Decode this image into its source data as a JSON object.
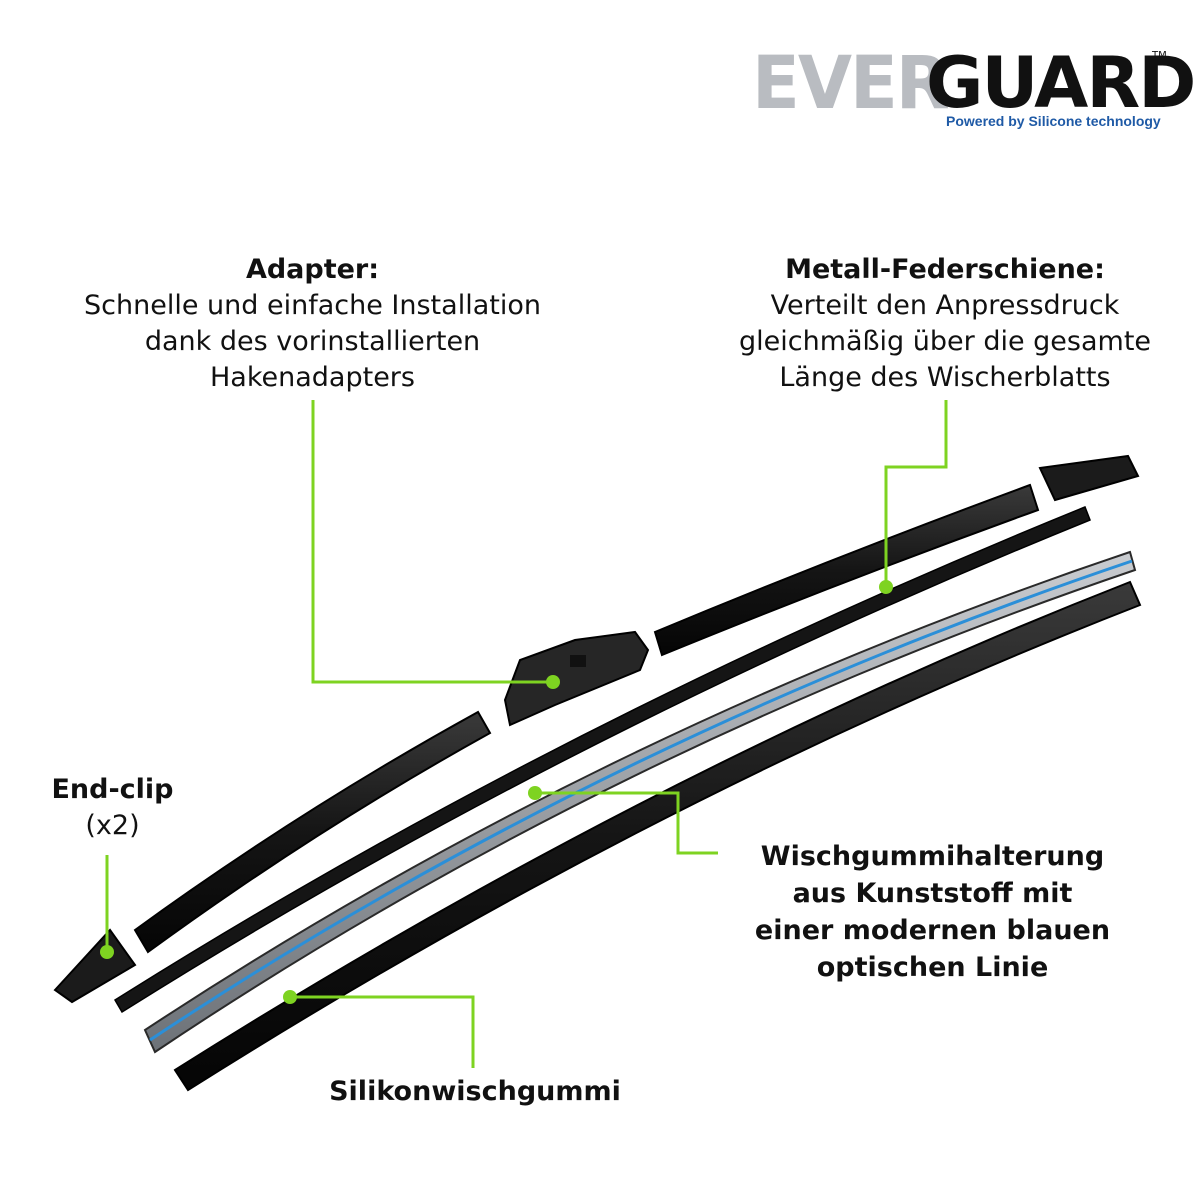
{
  "logo": {
    "brand_left": "EVER",
    "brand_right": "GUARD",
    "trademark": "TM",
    "tagline": "Powered by Silicone technology"
  },
  "callouts": {
    "adapter": {
      "title": "Adapter:",
      "line1": "Schnelle und einfache Installation",
      "line2": "dank des vorinstallierten",
      "line3": "Hakenadapters"
    },
    "spring": {
      "title": "Metall-Federschiene:",
      "line1": "Verteilt den Anpressdruck",
      "line2": "gleichmäßig über die gesamte",
      "line3": "Länge des Wischerblatts"
    },
    "endclip": {
      "title": "End-clip",
      "count": "(x2)"
    },
    "holder": {
      "line1": "Wischgummihalterung",
      "line2": "aus Kunststoff mit",
      "line3": "einer modernen blauen",
      "line4": "optischen Linie"
    },
    "rubber": {
      "title": "Silikonwischgummi"
    }
  },
  "colors": {
    "leader": "#7ed321",
    "blade": "#1a1a1a",
    "blue_line": "#2b8fd8",
    "holder_grey": "#8a8f96",
    "brand_blue": "#1f5aa6"
  }
}
